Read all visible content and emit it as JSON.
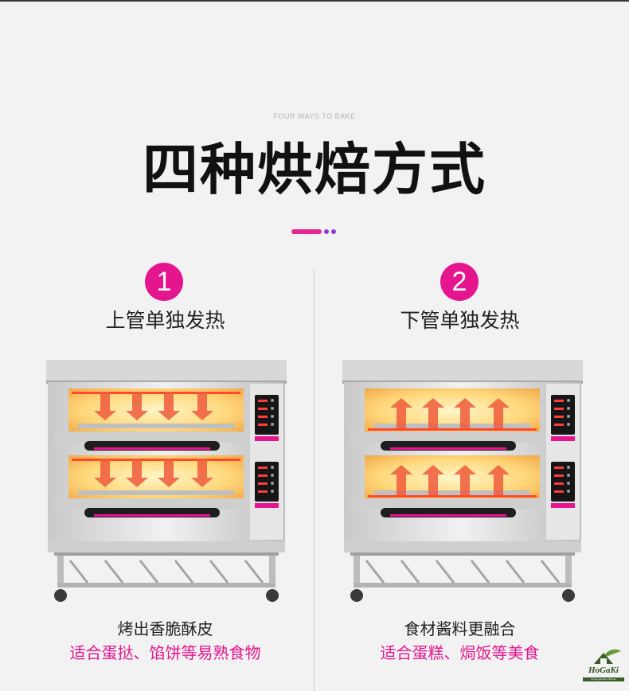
{
  "header": {
    "eyebrow": "FOUR WAYS TO BAKE",
    "title": "四种烘焙方式"
  },
  "colors": {
    "accent_pink": "#e5158e",
    "accent_purple": "#8a3fd1",
    "heat_red": "#ee5a3c"
  },
  "modes": [
    {
      "number": "1",
      "heading": "上管单独发热",
      "line1": "烤出香脆酥皮",
      "line2": "适合蛋挞、馅饼等易熟食物",
      "arrow_direction": "down"
    },
    {
      "number": "2",
      "heading": "下管单独发热",
      "line1": "食材酱料更融合",
      "line2": "适合蛋糕、焗饭等美食",
      "arrow_direction": "up"
    }
  ],
  "logo": {
    "name": "HoGaKi",
    "tagline": "home garden kitchen"
  }
}
